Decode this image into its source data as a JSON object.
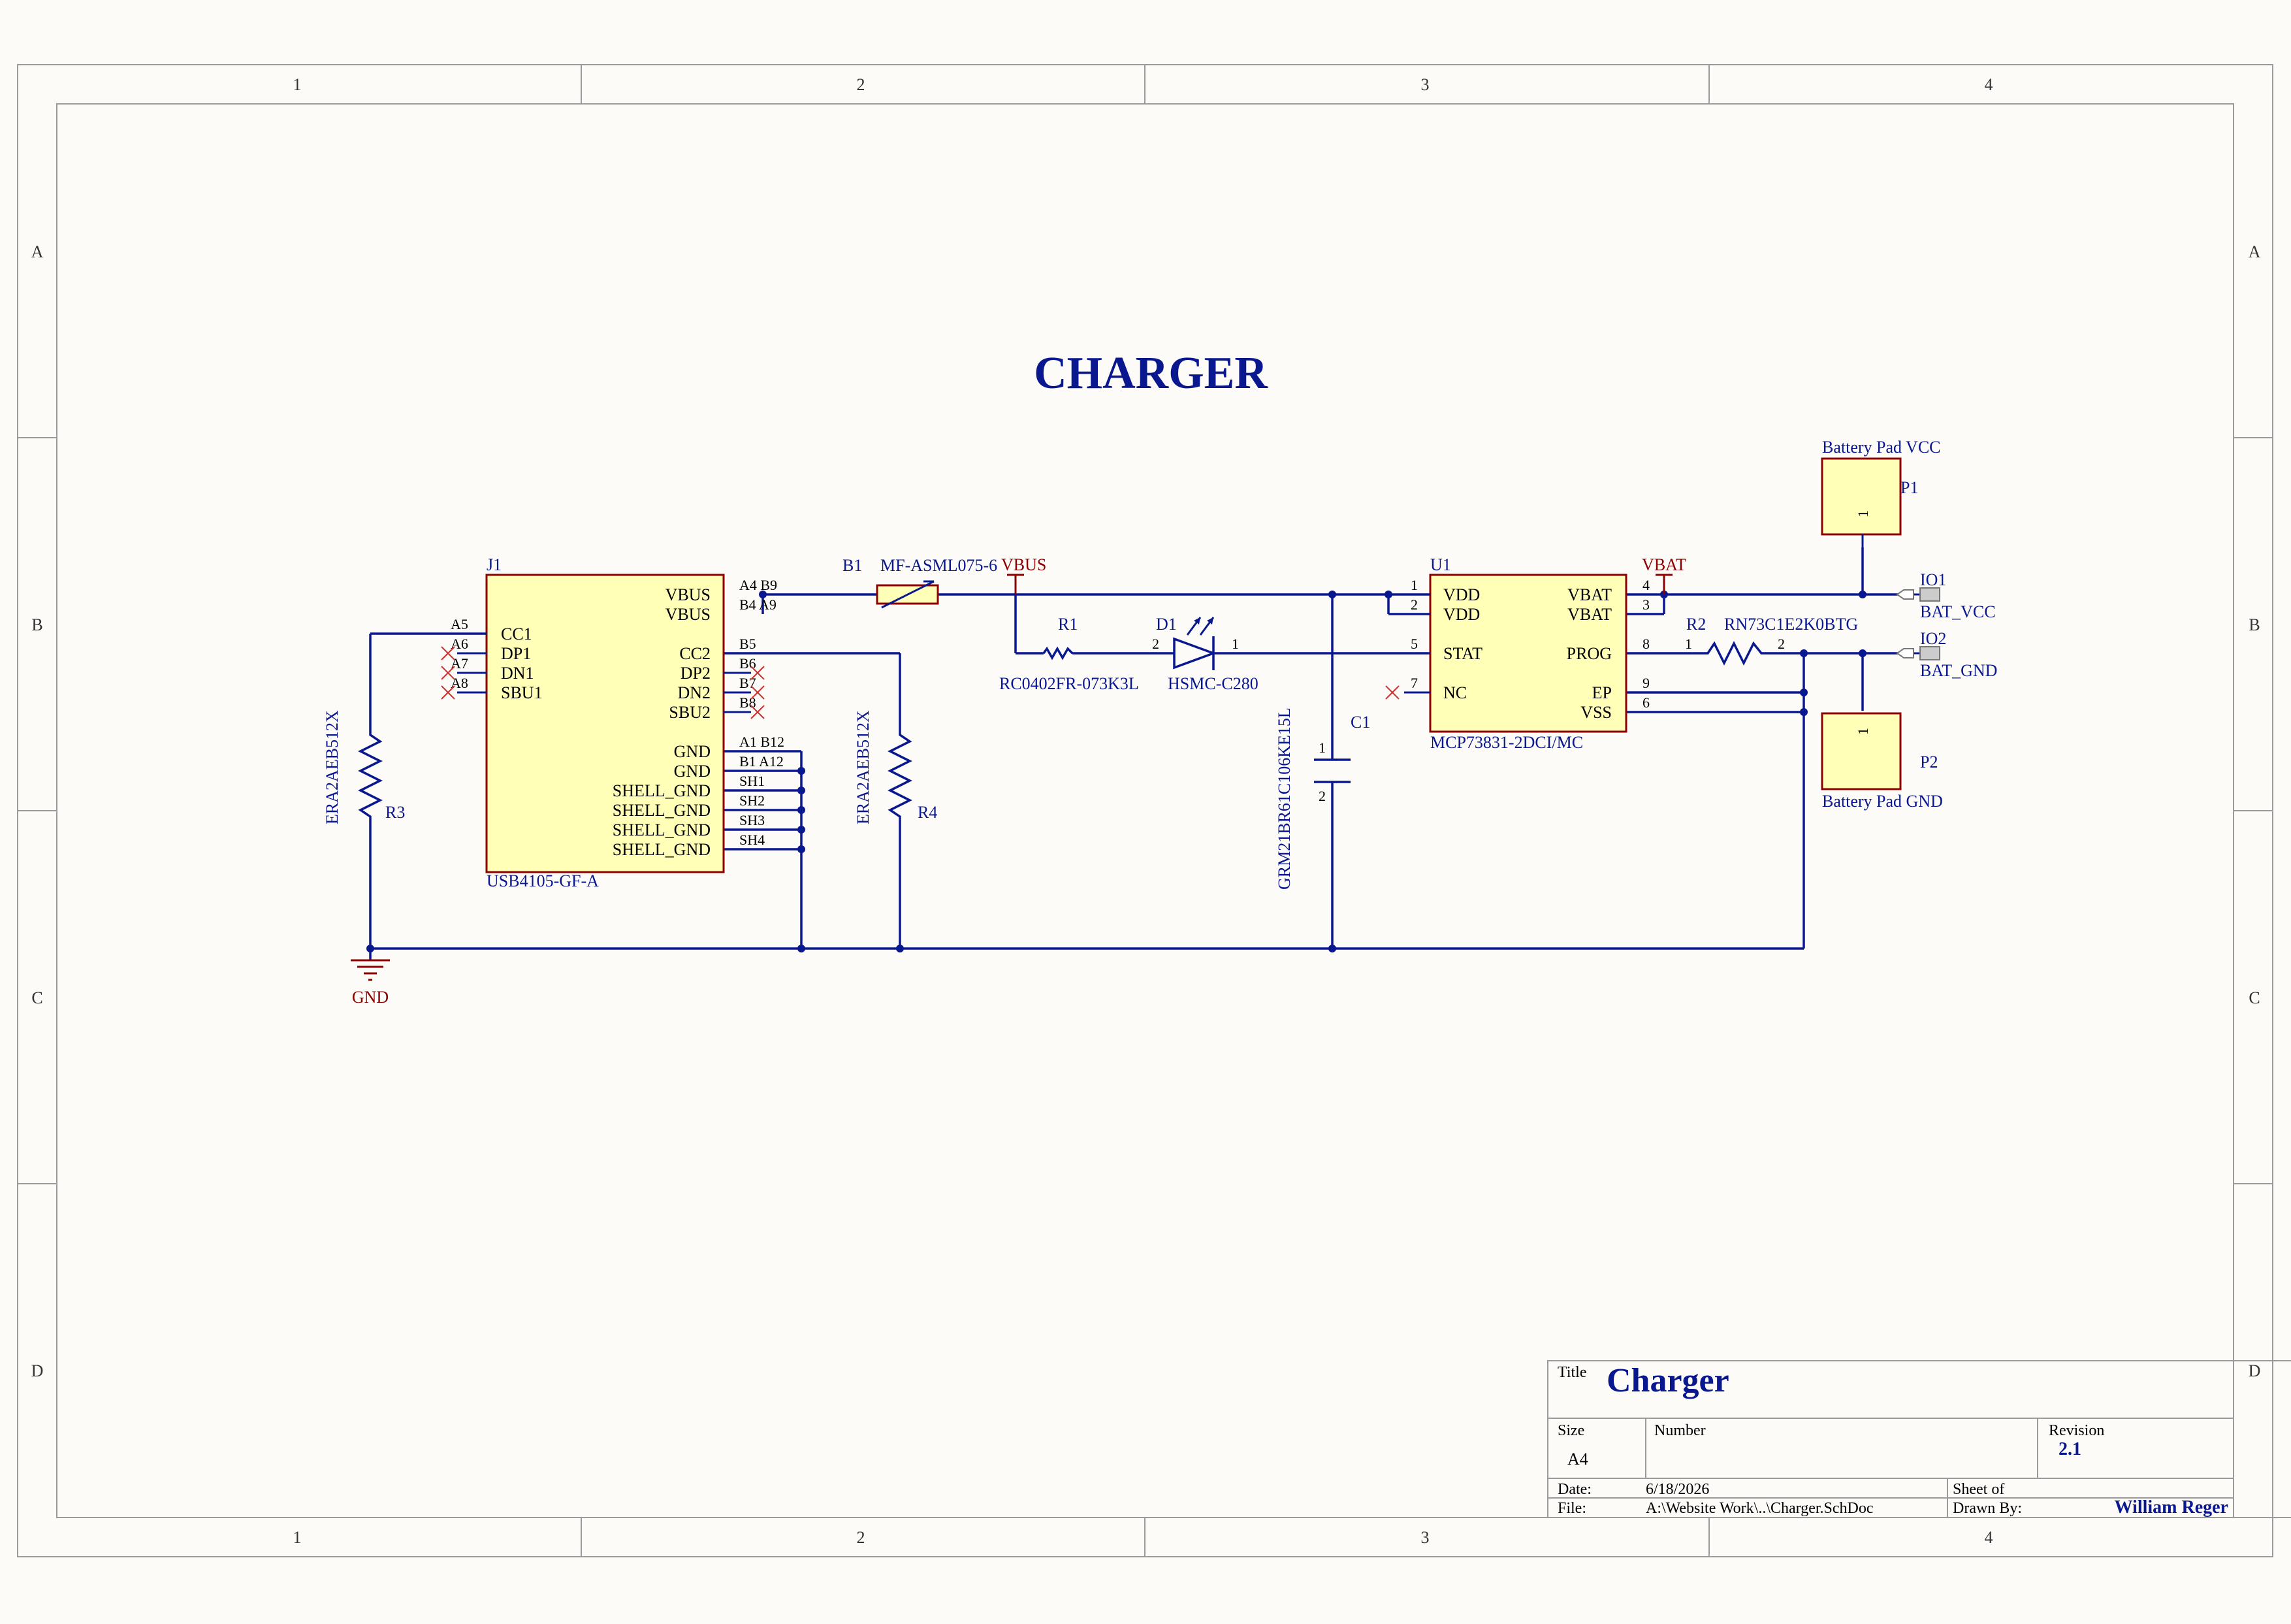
{
  "sheet_title": "CHARGER",
  "zones": {
    "columns": [
      "1",
      "2",
      "3",
      "4"
    ],
    "rows": [
      "A",
      "B",
      "C",
      "D"
    ]
  },
  "j1": {
    "ref": "J1",
    "value": "USB4105-GF-A",
    "left_pins": [
      {
        "num": "A5",
        "name": "CC1"
      },
      {
        "num": "A6",
        "name": "DP1"
      },
      {
        "num": "A7",
        "name": "DN1"
      },
      {
        "num": "A8",
        "name": "SBU1"
      }
    ],
    "right_pins": [
      {
        "num": "A4_B9",
        "name": "VBUS"
      },
      {
        "num": "B4_A9",
        "name": "VBUS"
      },
      {
        "num": "B5",
        "name": "CC2"
      },
      {
        "num": "B6",
        "name": "DP2"
      },
      {
        "num": "B7",
        "name": "DN2"
      },
      {
        "num": "B8",
        "name": "SBU2"
      },
      {
        "num": "A1_B12",
        "name": "GND"
      },
      {
        "num": "B1_A12",
        "name": "GND"
      },
      {
        "num": "SH1",
        "name": "SHELL_GND"
      },
      {
        "num": "SH2",
        "name": "SHELL_GND"
      },
      {
        "num": "SH3",
        "name": "SHELL_GND"
      },
      {
        "num": "SH4",
        "name": "SHELL_GND"
      }
    ]
  },
  "b1": {
    "ref": "B1",
    "value": "MF-ASML075-6"
  },
  "vbus": "VBUS",
  "vbat": "VBAT",
  "gnd": "GND",
  "r1": {
    "ref": "R1",
    "value": "RC0402FR-073K3L"
  },
  "d1": {
    "ref": "D1",
    "value": "HSMC-C280",
    "pin_a": "2",
    "pin_k": "1"
  },
  "c1": {
    "ref": "C1",
    "value": "GRM21BR61C106KE15L",
    "pin1": "1",
    "pin2": "2"
  },
  "r3": {
    "ref": "R3",
    "value": "ERA2AEB512X"
  },
  "r4": {
    "ref": "R4",
    "value": "ERA2AEB512X"
  },
  "u1": {
    "ref": "U1",
    "value": "MCP73831-2DCI/MC",
    "left_pins": [
      {
        "num": "1",
        "name": "VDD"
      },
      {
        "num": "2",
        "name": "VDD"
      },
      {
        "num": "5",
        "name": "STAT"
      },
      {
        "num": "7",
        "name": "NC"
      }
    ],
    "right_pins": [
      {
        "num": "4",
        "name": "VBAT"
      },
      {
        "num": "3",
        "name": "VBAT"
      },
      {
        "num": "8",
        "name": "PROG"
      },
      {
        "num": "9",
        "name": "EP"
      },
      {
        "num": "6",
        "name": "VSS"
      }
    ]
  },
  "r2": {
    "ref": "R2",
    "value": "RN73C1E2K0BTG",
    "pin1": "1",
    "pin2": "2"
  },
  "p1": {
    "ref": "P1",
    "label": "Battery Pad VCC",
    "pin": "1"
  },
  "p2": {
    "ref": "P2",
    "label": "Battery Pad GND",
    "pin": "1"
  },
  "io1": {
    "ref": "IO1",
    "net": "BAT_VCC"
  },
  "io2": {
    "ref": "IO2",
    "net": "BAT_GND"
  },
  "title_block": {
    "title_label": "Title",
    "title": "Charger",
    "size_label": "Size",
    "size": "A4",
    "number_label": "Number",
    "revision_label": "Revision",
    "revision": "2.1",
    "date_label": "Date:",
    "date": "6/18/2026",
    "file_label": "File:",
    "file": "A:\\Website Work\\..\\Charger.SchDoc",
    "sheet_label": "Sheet   of",
    "drawn_label": "Drawn By:",
    "drawn_by": "William Reger"
  }
}
